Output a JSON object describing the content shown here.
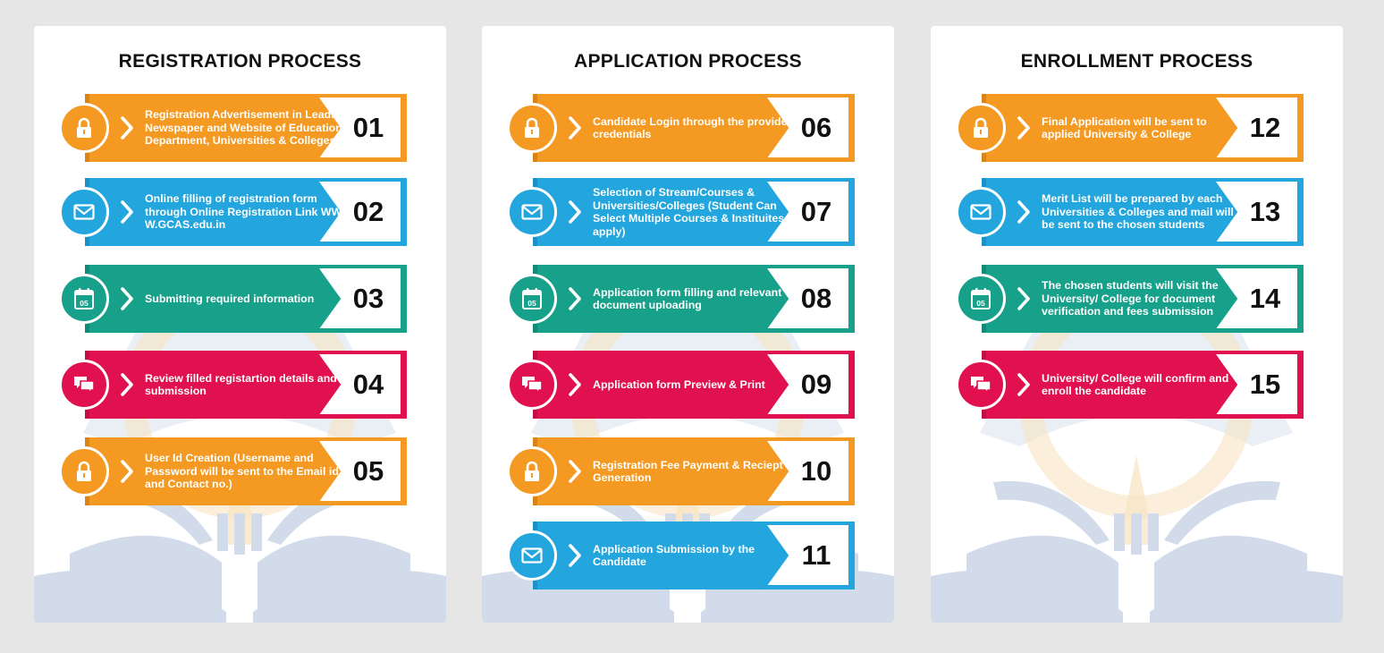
{
  "colors": {
    "orange": "#f49922",
    "blue": "#23a5dd",
    "teal": "#17a08a",
    "pink": "#e0114e",
    "watermark": "#c9d5e6",
    "background": "#e6e6e6"
  },
  "panels": [
    {
      "title": "REGISTRATION PROCESS",
      "steps": [
        {
          "number": "01",
          "text": "Registration Advertisement in Leading Newspaper and Website of Education Department, Universities & Colleges",
          "color": "orange",
          "icon": "lock-icon"
        },
        {
          "number": "02",
          "text": "Online filling of registration form through Online Registration Link WW-W.GCAS.edu.in",
          "color": "blue",
          "icon": "mail-icon"
        },
        {
          "number": "03",
          "text": "Submitting required information",
          "color": "teal",
          "icon": "calendar-icon",
          "icon_label": "05"
        },
        {
          "number": "04",
          "text": "Review filled registartion details and submission",
          "color": "pink",
          "icon": "chat-icon"
        },
        {
          "number": "05",
          "text": "User Id Creation  (Username and Password will be sent to the Email id and Contact no.)",
          "color": "orange",
          "icon": "lock-icon"
        }
      ]
    },
    {
      "title": "APPLICATION PROCESS",
      "steps": [
        {
          "number": "06",
          "text": "Candidate Login through the provided credentials",
          "color": "orange",
          "icon": "lock-icon"
        },
        {
          "number": "07",
          "text": "Selection of Stream/Courses & Universities/Colleges (Student Can Select Multiple Courses & Instituites to apply)",
          "color": "blue",
          "icon": "mail-icon"
        },
        {
          "number": "08",
          "text": "Application form filling and relevant document uploading",
          "color": "teal",
          "icon": "calendar-icon",
          "icon_label": "05"
        },
        {
          "number": "09",
          "text": "Application form Preview & Print",
          "color": "pink",
          "icon": "chat-icon"
        },
        {
          "number": "10",
          "text": "Registration Fee Payment & Reciept Generation",
          "color": "orange",
          "icon": "lock-icon"
        },
        {
          "number": "11",
          "text": "Application Submission by the Candidate",
          "color": "blue",
          "icon": "mail-icon"
        }
      ]
    },
    {
      "title": "ENROLLMENT PROCESS",
      "steps": [
        {
          "number": "12",
          "text": "Final Application will be sent to applied University & College",
          "color": "orange",
          "icon": "lock-icon"
        },
        {
          "number": "13",
          "text": "Merit List will be prepared by each Universities & Colleges and mail will be sent to the chosen students",
          "color": "blue",
          "icon": "mail-icon"
        },
        {
          "number": "14",
          "text": "The chosen students will visit the University/ College for document verification and fees submission",
          "color": "teal",
          "icon": "calendar-icon",
          "icon_label": "05"
        },
        {
          "number": "15",
          "text": "University/ College will confirm and enroll the candidate",
          "color": "pink",
          "icon": "chat-icon"
        }
      ]
    }
  ]
}
